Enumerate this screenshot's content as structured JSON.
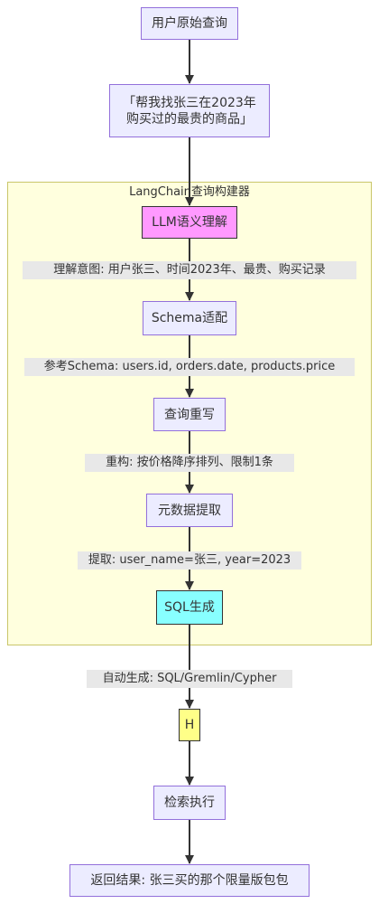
{
  "cluster": {
    "title": "LangChain查询构建器"
  },
  "nodes": {
    "query": "用户原始查询",
    "quote": "「帮我找张三在2023年\n购买过的最贵的商品」",
    "llm": "LLM语义理解",
    "schema": "Schema适配",
    "rewrite": "查询重写",
    "metadata": "元数据提取",
    "sql": "SQL生成",
    "h": "H",
    "execute": "检索执行",
    "result": "返回结果: 张三买的那个限量版包包"
  },
  "edges": {
    "llm_schema": "理解意图: 用户张三、时间2023年、最贵、购买记录",
    "schema_rewrite": "参考Schema: users.id, orders.date, products.price",
    "rewrite_metadata": "重构: 按价格降序排列、限制1条",
    "metadata_sql": "提取: user_name=张三, year=2023",
    "sql_h": "自动生成: SQL/Gremlin/Cypher"
  },
  "colors": {
    "default_node_fill": "#ececff",
    "default_node_border": "#9370db",
    "llm_fill": "#ff99ff",
    "sql_fill": "#88ffff",
    "h_fill": "#ffff88",
    "cluster_fill": "#ffffde",
    "cluster_border": "#c9c66a",
    "edge": "#333333",
    "edge_label_bg": "#e8e8e8"
  }
}
